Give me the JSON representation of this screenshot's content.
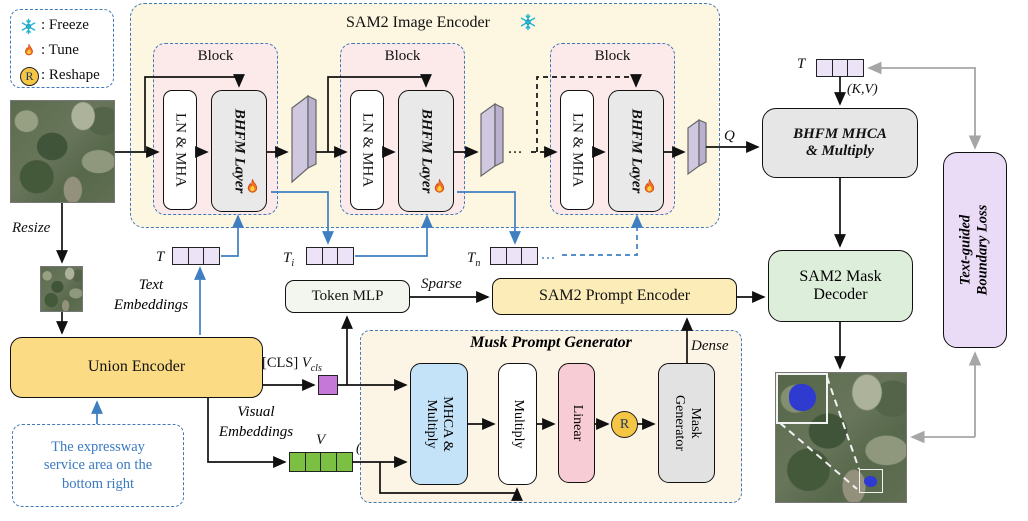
{
  "legend": {
    "freeze": ": Freeze",
    "tune": ": Tune",
    "reshape": ": Reshape",
    "reshape_symbol": "R"
  },
  "encoder": {
    "title": "SAM2 Image Encoder",
    "block_label": "Block",
    "ln_mha": "LN & MHA",
    "bhfm_layer": "BHFM Layer",
    "flow_ellipsis": "...",
    "token_ellipsis": "..."
  },
  "tokens": {
    "t": "T",
    "ti_base": "T",
    "ti_sub": "i",
    "tn_base": "T",
    "tn_sub": "n"
  },
  "labels": {
    "resize": "Resize",
    "text_line1": "Text",
    "text_line2": "Embeddings",
    "visual_line1": "Visual",
    "visual_line2": "Embeddings",
    "cls": "[CLS]",
    "v_base": "V",
    "v_cls_sub": "cls",
    "q": "Q",
    "kv": "(K,V)",
    "v": "V",
    "t_top": "T",
    "kv_top": "(K,V)",
    "sparse": "Sparse",
    "dense": "Dense"
  },
  "boxes": {
    "union_encoder": "Union Encoder",
    "token_mlp": "Token MLP",
    "prompt_encoder": "SAM2 Prompt Encoder",
    "bhfm_mhca_line1": "BHFM MHCA",
    "bhfm_mhca_line2": "& Multiply",
    "decoder_line1": "SAM2 Mask",
    "decoder_line2": "Decoder",
    "loss_line1": "Text-guided",
    "loss_line2": "Boundary Loss"
  },
  "mpg": {
    "title": "Musk Prompt Generator",
    "mhca_line1": "MHCA &",
    "mhca_line2": "Multiply",
    "multiply": "Multiply",
    "linear": "Linear",
    "reshape_symbol": "R",
    "maskgen_line1": "Mask",
    "maskgen_line2": "Generator"
  },
  "prompt": {
    "line1": "The expressway",
    "line2": "service area on the",
    "line3": "bottom right"
  },
  "colors": {
    "dashed_blue": "#4178b8",
    "arrow_blue": "#3f7fc1",
    "arrow_gray": "#a6a6a6",
    "union_yellow": "#fbdc84",
    "prompt_encoder_yellow": "#fcecb8",
    "encoder_cream": "#fdf6e1",
    "block_pink": "#fceaea",
    "mpg_cream": "#fcf4e4",
    "mhca_blue": "#c5e3f8",
    "linear_pink": "#f8ccd4",
    "reshape_gold": "#f5c544",
    "decoder_green": "#ddeeda",
    "loss_lavender": "#eadcf6",
    "token_lavender": "#ece4f6",
    "visual_green": "#7cc043",
    "vcls_purple": "#c678d8",
    "mask_blue": "#2f3bd0",
    "prompt_text_blue": "#3a7abf"
  }
}
